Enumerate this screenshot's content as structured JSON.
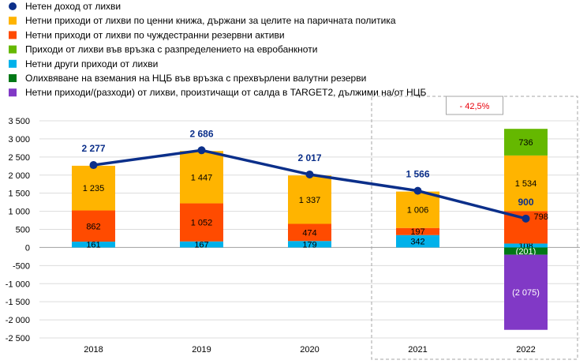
{
  "chart_data": {
    "type": "bar",
    "stacked": true,
    "categories": [
      "2018",
      "2019",
      "2020",
      "2021",
      "2022"
    ],
    "ylim": [
      -2500,
      3500
    ],
    "yticks": [
      3500,
      3000,
      2500,
      2000,
      1500,
      1000,
      500,
      0,
      -500,
      -1000,
      -1500,
      -2000,
      -2500
    ],
    "ytick_labels": [
      "3 500",
      "3 000",
      "2 500",
      "2 000",
      "1 500",
      "1 000",
      "500",
      "0",
      "-500",
      "-1 000",
      "-1 500",
      "-2 000",
      "-2 500"
    ],
    "legend_position": "top-left",
    "grid": "horizontal",
    "series": [
      {
        "name": "Нетни други приходи от лихви",
        "color": "#00b1ea",
        "values": [
          161,
          167,
          179,
          342,
          108
        ],
        "labels": [
          "161",
          "167",
          "179",
          "342",
          "108"
        ],
        "label_color": "#000000"
      },
      {
        "name": "Нетни приходи от лихви по чуждестранни резервни активи",
        "color": "#ff4b00",
        "values": [
          862,
          1052,
          474,
          197,
          900
        ],
        "labels": [
          "862",
          "1 052",
          "474",
          "197",
          ""
        ],
        "label_color": "#000000"
      },
      {
        "name": "Нетни приходи от лихви по ценни книжа, държани за целите на паричната политика",
        "color": "#ffb400",
        "values": [
          1235,
          1447,
          1337,
          1006,
          1534
        ],
        "labels": [
          "1 235",
          "1 447",
          "1 337",
          "1 006",
          "1 534"
        ],
        "label_color": "#000000"
      },
      {
        "name": "Приходи от лихви във връзка с разпределението на евробанкноти",
        "color": "#65b800",
        "values": [
          0,
          0,
          0,
          0,
          736
        ],
        "labels": [
          "",
          "",
          "",
          "",
          "736"
        ],
        "label_color": "#000000"
      },
      {
        "name": "Олихвяване на вземания на НЦБ във връзка с прехвърлени валутни резерви",
        "color": "#007816",
        "values": [
          0,
          0,
          0,
          0,
          -201
        ],
        "labels": [
          "",
          "",
          "",
          "",
          "(201)"
        ],
        "label_color": "#ffffff"
      },
      {
        "name": "Нетни приходи/(разходи) от лихви, произтичащи от салда в TARGET2, дължими на/от НЦБ",
        "color": "#8139c6",
        "values": [
          0,
          0,
          0,
          0,
          -2075
        ],
        "labels": [
          "",
          "",
          "",
          "",
          "(2 075)"
        ],
        "label_color": "#ffffff"
      }
    ],
    "line": {
      "name": "Нетен доход от лихви",
      "color": "#0b2f8a",
      "values": [
        2277,
        2686,
        2017,
        1566,
        798
      ],
      "labels": [
        "2 277",
        "2 686",
        "2 017",
        "1 566",
        "798"
      ],
      "inline_labels": [
        "",
        "",
        "",
        "",
        "900"
      ]
    },
    "legend_order": [
      "Нетен доход от лихви",
      "Нетни приходи от лихви по ценни книжа, държани за целите на паричната политика",
      "Нетни приходи от лихви по чуждестранни резервни активи",
      "Приходи от лихви във връзка с разпределението на евробанкноти",
      "Нетни други приходи от лихви",
      "Олихвяване на вземания на НЦБ във връзка с прехвърлени валутни резерви",
      "Нетни приходи/(разходи) от лихви, произтичащи от салда в TARGET2, дължими на/от НЦБ"
    ],
    "annotation": {
      "text": "- 42,5%",
      "color": "#e8000b",
      "spans": [
        "2021",
        "2022"
      ]
    }
  }
}
